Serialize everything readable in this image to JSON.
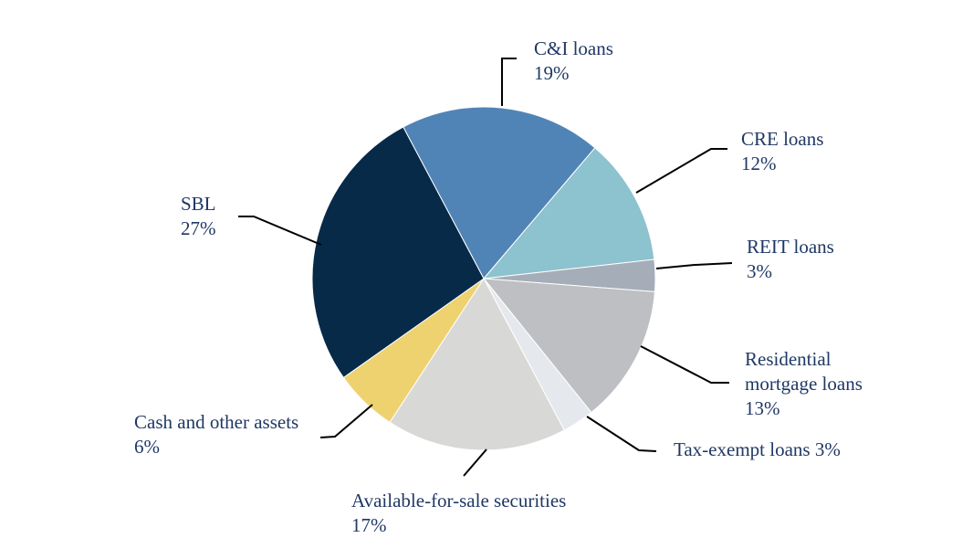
{
  "chart_data": {
    "type": "pie",
    "title": "",
    "unit": "%",
    "total": 100,
    "direction": "clockwise",
    "start_angle_deg": -28,
    "legend_position": "none",
    "label_style": "outside callout labels with black leader lines",
    "label_text_color": "#1f3864",
    "leader_line_color": "#000000",
    "background_color": "#ffffff",
    "slices": [
      {
        "name": "C&I loans",
        "value": 19,
        "color": "#5184b6",
        "display_lines": [
          "C&I loans",
          "19%"
        ]
      },
      {
        "name": "CRE loans",
        "value": 12,
        "color": "#8dc2cf",
        "display_lines": [
          "CRE loans",
          "12%"
        ]
      },
      {
        "name": "REIT loans",
        "value": 3,
        "color": "#a5adb8",
        "display_lines": [
          "REIT loans",
          "3%"
        ]
      },
      {
        "name": "Residential mortgage loans",
        "value": 13,
        "color": "#bdbfc2",
        "display_lines": [
          "Residential",
          "mortgage loans",
          "13%"
        ]
      },
      {
        "name": "Tax-exempt loans",
        "value": 3,
        "color": "#e5e9ed",
        "display_lines": [
          "Tax-exempt loans 3%"
        ]
      },
      {
        "name": "Available-for-sale securities",
        "value": 17,
        "color": "#d8d8d6",
        "display_lines": [
          "Available-for-sale securities",
          "17%"
        ]
      },
      {
        "name": "Cash and other assets",
        "value": 6,
        "color": "#edd26f",
        "display_lines": [
          "Cash and other assets",
          "6%"
        ]
      },
      {
        "name": "SBL",
        "value": 27,
        "color": "#072a49",
        "display_lines": [
          "SBL",
          "27%"
        ]
      }
    ]
  }
}
